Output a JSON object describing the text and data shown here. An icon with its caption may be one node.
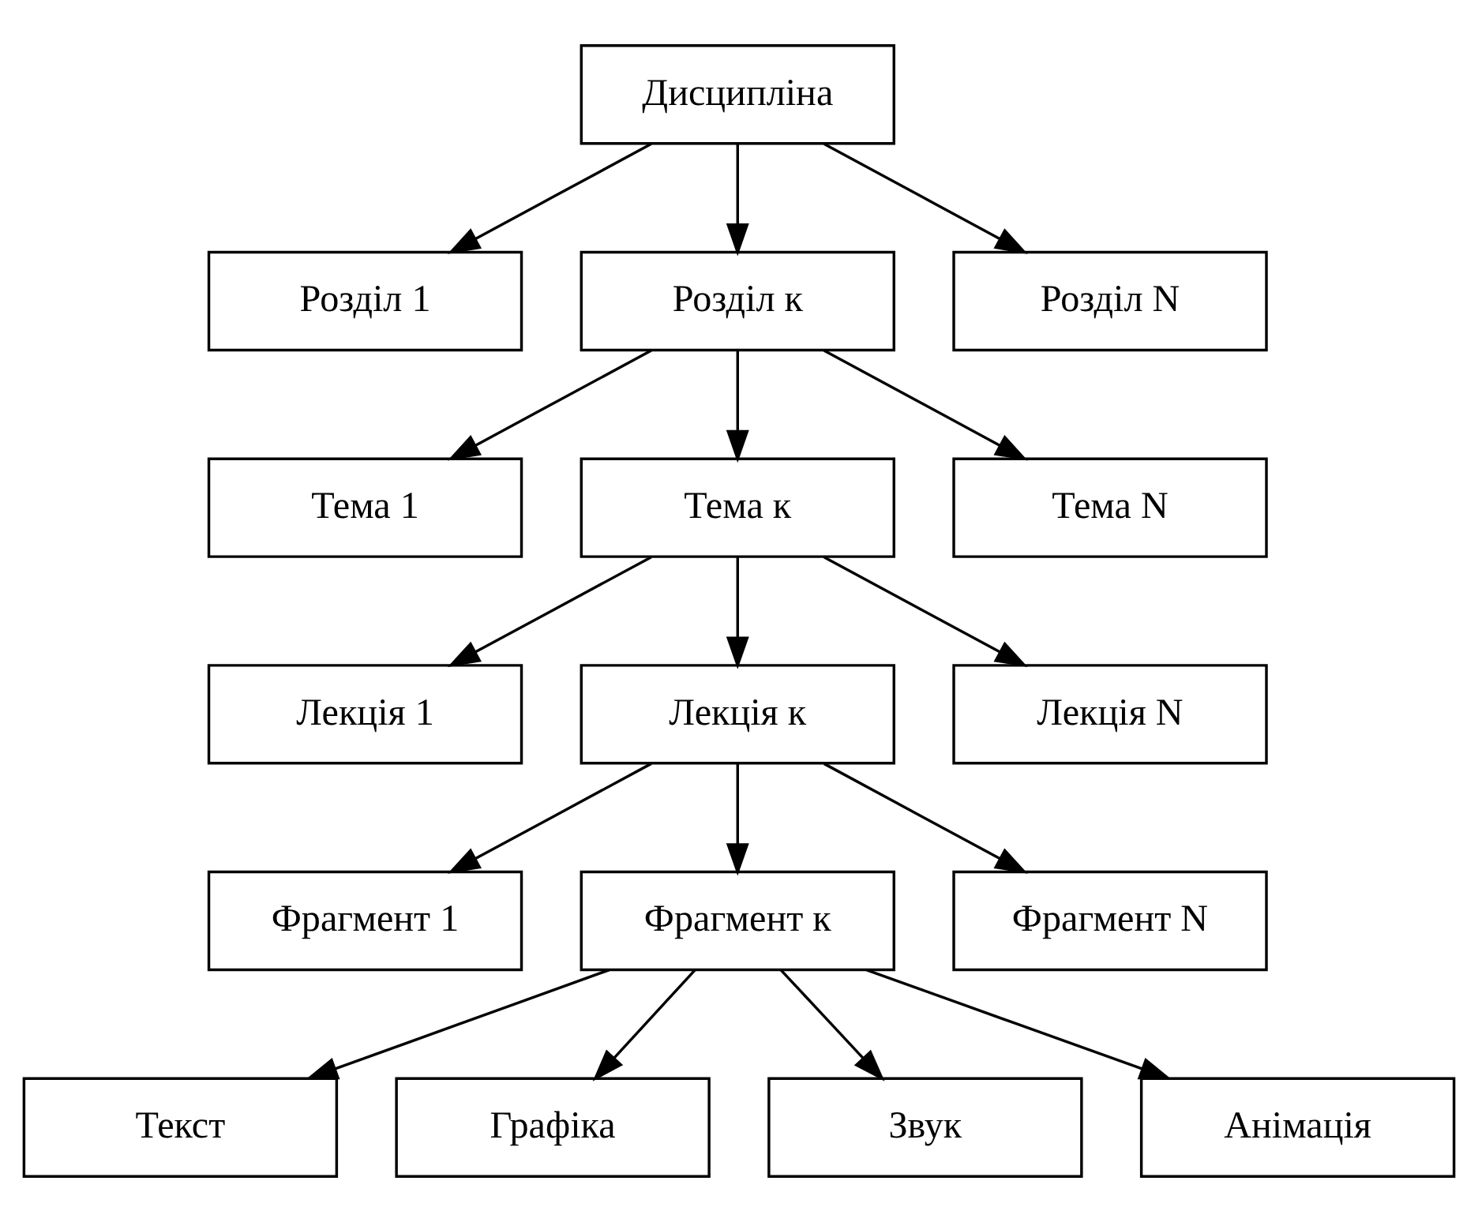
{
  "diagram": {
    "nodes": [
      {
        "text": [
          "Дисципліна"
        ]
      },
      {
        "text": [
          "Розділ 1"
        ]
      },
      {
        "text": [
          "Розділ к"
        ]
      },
      {
        "text": [
          "Розділ N"
        ]
      },
      {
        "text": [
          "Тема 1"
        ]
      },
      {
        "text": [
          "Тема к"
        ]
      },
      {
        "text": [
          "Тема N"
        ]
      },
      {
        "text": [
          "Лекція 1"
        ]
      },
      {
        "text": [
          "Лекція к"
        ]
      },
      {
        "text": [
          "Лекція N"
        ]
      },
      {
        "text": [
          "Фрагмент 1"
        ]
      },
      {
        "text": [
          "Фрагмент к"
        ]
      },
      {
        "text": [
          "Фрагмент N"
        ]
      },
      {
        "text": [
          "Текст"
        ]
      },
      {
        "text": [
          "Графіка"
        ]
      },
      {
        "text": [
          "Звук"
        ]
      },
      {
        "text": [
          "Анімація"
        ]
      }
    ],
    "edges": [
      {
        "from": 0,
        "to": 1,
        "arrow": "to"
      },
      {
        "from": 0,
        "to": 2,
        "arrow": "to"
      },
      {
        "from": 0,
        "to": 3,
        "arrow": "to"
      },
      {
        "from": 2,
        "to": 4,
        "arrow": "to"
      },
      {
        "from": 2,
        "to": 5,
        "arrow": "to"
      },
      {
        "from": 2,
        "to": 6,
        "arrow": "to"
      },
      {
        "from": 5,
        "to": 7,
        "arrow": "to"
      },
      {
        "from": 5,
        "to": 8,
        "arrow": "to"
      },
      {
        "from": 5,
        "to": 9,
        "arrow": "to"
      },
      {
        "from": 8,
        "to": 10,
        "arrow": "to"
      },
      {
        "from": 8,
        "to": 11,
        "arrow": "to"
      },
      {
        "from": 8,
        "to": 12,
        "arrow": "to"
      },
      {
        "from": 11,
        "to": 13,
        "arrow": "to"
      },
      {
        "from": 11,
        "to": 14,
        "arrow": "to"
      },
      {
        "from": 11,
        "to": 15,
        "arrow": "to"
      },
      {
        "from": 11,
        "to": 16,
        "arrow": "to"
      }
    ]
  }
}
